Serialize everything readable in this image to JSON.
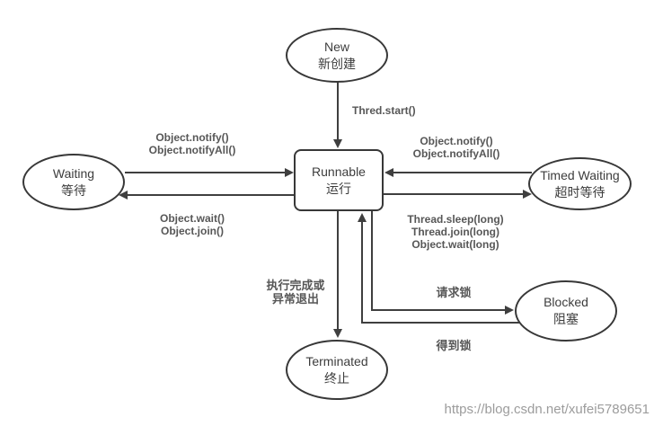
{
  "colors": {
    "background": "#ffffff",
    "line": "#3f3f3f",
    "node_border": "#383838",
    "node_fill": "#ffffff",
    "node_text": "#3d3d3d",
    "edge_label_text": "#575757",
    "watermark_text": "#9c9c9c"
  },
  "nodes": {
    "new": {
      "en": "New",
      "zh": "新创建"
    },
    "waiting": {
      "en": "Waiting",
      "zh": "等待"
    },
    "runnable": {
      "en": "Runnable",
      "zh": "运行"
    },
    "timed_waiting": {
      "en": "Timed Waiting",
      "zh": "超时等待"
    },
    "blocked": {
      "en": "Blocked",
      "zh": "阻塞"
    },
    "terminated": {
      "en": "Terminated",
      "zh": "终止"
    }
  },
  "edge_labels": {
    "new_to_runnable": {
      "line1": "Thred.start()"
    },
    "waiting_to_runnable": {
      "line1": "Object.notify()",
      "line2": "Object.notifyAll()"
    },
    "runnable_to_waiting": {
      "line1": "Object.wait()",
      "line2": "Object.join()"
    },
    "timed_waiting_to_runnable": {
      "line1": "Object.notify()",
      "line2": "Object.notifyAll()"
    },
    "runnable_to_timed_waiting": {
      "line1": "Thread.sleep(long)",
      "line2": "Thread.join(long)",
      "line3": "Object.wait(long)"
    },
    "runnable_to_terminated": {
      "line1": "执行完成或",
      "line2": "异常退出"
    },
    "runnable_to_blocked": {
      "line1": "请求锁"
    },
    "blocked_to_runnable": {
      "line1": "得到锁"
    }
  },
  "watermark": "https://blog.csdn.net/xufei5789651"
}
